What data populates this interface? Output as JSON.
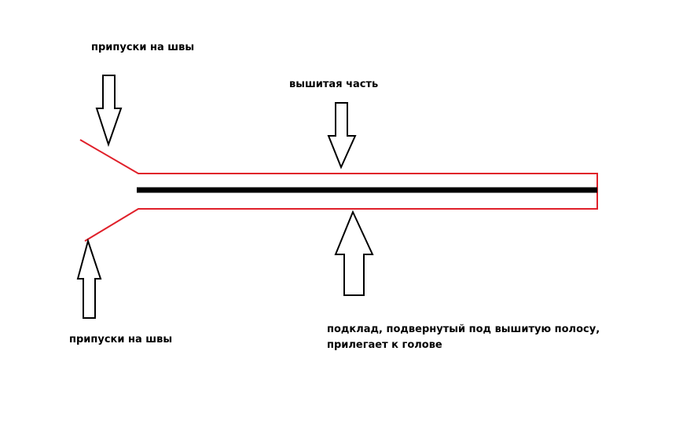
{
  "labels": {
    "seam_allowance_top": "припуски на швы",
    "embroidered_part": "вышитая часть",
    "seam_allowance_bottom": "припуски на швы",
    "lining_line1": "подклад, подвернутый под вышитую полосу,",
    "lining_line2": "прилегает к голове"
  },
  "colors": {
    "outline": "#e0202a",
    "core": "#000000",
    "arrow": "#000000",
    "background": "#ffffff"
  }
}
